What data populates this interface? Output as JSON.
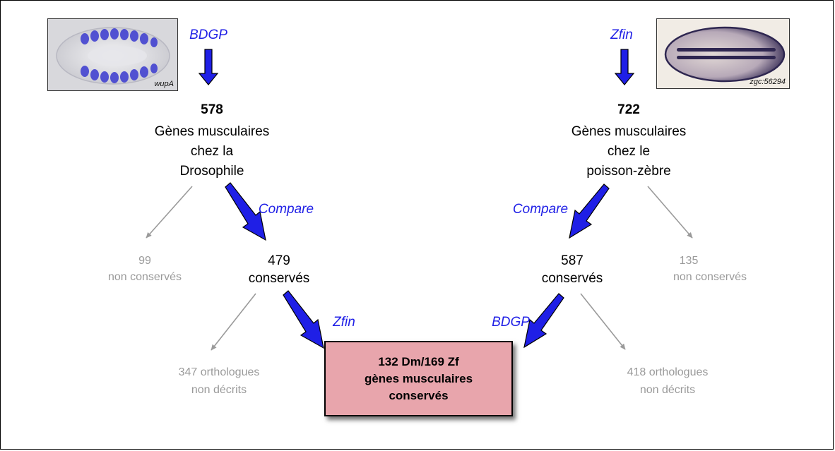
{
  "drosophila": {
    "source_label": "BDGP",
    "thumb_caption": "wupA",
    "total": "578",
    "desc_line1": "Gènes musculaires",
    "desc_line2": "chez la",
    "desc_line3": "Drosophile",
    "compare_label": "Compare",
    "not_conserved_count": "99",
    "not_conserved_label": "non  conservés",
    "conserved_count": "479",
    "conserved_label": "conservés",
    "cross_db_label": "Zfin",
    "undescribed_line1": "347 orthologues",
    "undescribed_line2": "non décrits"
  },
  "zebrafish": {
    "source_label": "Zfin",
    "thumb_caption": "zgc:56294",
    "total": "722",
    "desc_line1": "Gènes musculaires",
    "desc_line2": "chez le",
    "desc_line3": "poisson-zèbre",
    "compare_label": "Compare",
    "not_conserved_count": "135",
    "not_conserved_label": "non conservés",
    "conserved_count": "587",
    "conserved_label": "conservés",
    "cross_db_label": "BDGP",
    "undescribed_line1": "418 orthologues",
    "undescribed_line2": "non décrits"
  },
  "result": {
    "line1": "132 Dm/169 Zf",
    "line2": "gènes musculaires",
    "line3": "conservés"
  },
  "colors": {
    "arrow_blue": "#1f1fe6",
    "arrow_gray": "#9a9a9a",
    "result_fill": "#e8a5ac",
    "thumb_stain_drosophila": "#3a3ad0",
    "thumb_stain_zebrafish": "#2e2650"
  }
}
